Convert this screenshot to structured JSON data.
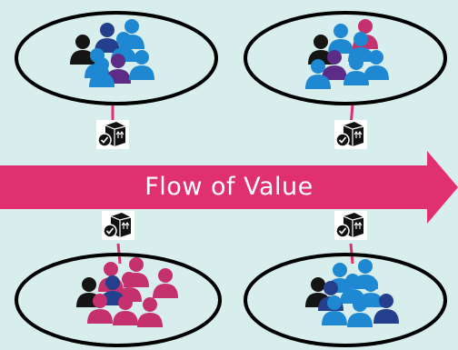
{
  "flow_arrow": {
    "label": "Flow of Value",
    "color": "#e0306f",
    "text_color": "#ffffff"
  },
  "colors": {
    "background": "#d8eeec",
    "blue": "#1f88d2",
    "magenta": "#c5316e",
    "purple": "#5d2c86",
    "navy": "#243f8c",
    "black": "#151515",
    "connector": "#e0306f"
  },
  "teams": [
    {
      "id": "top-left",
      "icon": "team-of-people-icon",
      "members": [
        "black",
        "navy",
        "blue",
        "blue",
        "blue",
        "purple",
        "blue",
        "blue"
      ]
    },
    {
      "id": "top-right",
      "icon": "team-of-people-icon",
      "members": [
        "black",
        "blue",
        "magenta",
        "blue",
        "purple",
        "blue",
        "blue",
        "blue"
      ]
    },
    {
      "id": "bottom-left",
      "icon": "team-of-people-icon",
      "members": [
        "black",
        "magenta",
        "magenta",
        "magenta",
        "navy",
        "magenta",
        "magenta",
        "magenta",
        "magenta"
      ]
    },
    {
      "id": "bottom-right",
      "icon": "team-of-people-icon",
      "members": [
        "black",
        "blue",
        "blue",
        "blue",
        "navy",
        "blue",
        "blue",
        "blue",
        "navy"
      ]
    }
  ],
  "deliverables": [
    {
      "id": "top-left",
      "icon": "delivered-package-icon"
    },
    {
      "id": "top-right",
      "icon": "delivered-package-icon"
    },
    {
      "id": "bottom-left",
      "icon": "delivered-package-icon"
    },
    {
      "id": "bottom-right",
      "icon": "delivered-package-icon"
    }
  ]
}
